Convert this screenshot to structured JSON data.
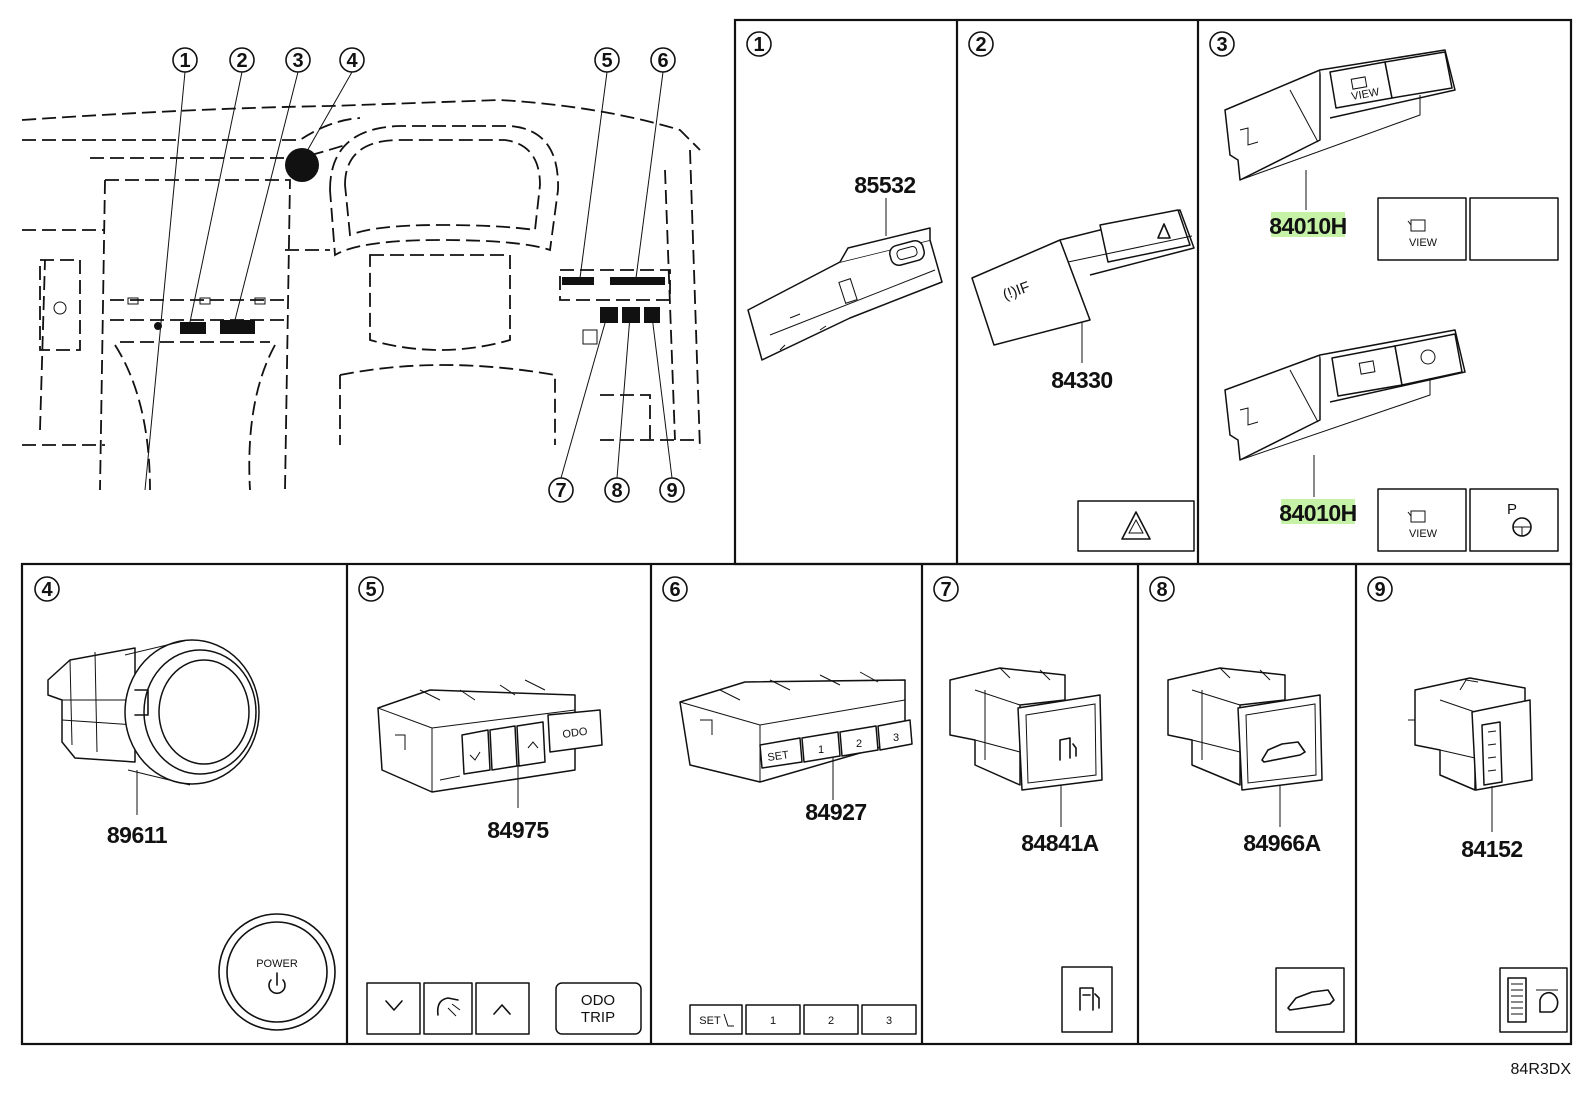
{
  "callouts": [
    "1",
    "2",
    "3",
    "4",
    "5",
    "6",
    "7",
    "8",
    "9"
  ],
  "panels": [
    {
      "id": "1",
      "part_numbers": [
        "85532"
      ]
    },
    {
      "id": "2",
      "part_numbers": [
        "84330"
      ]
    },
    {
      "id": "3",
      "part_numbers": [
        "84010H",
        "84010H"
      ],
      "button_labels": [
        "VIEW",
        "VIEW",
        "P"
      ]
    },
    {
      "id": "4",
      "part_numbers": [
        "89611"
      ],
      "button_labels": [
        "POWER"
      ]
    },
    {
      "id": "5",
      "part_numbers": [
        "84975"
      ],
      "button_labels": [
        "ODO",
        "TRIP"
      ]
    },
    {
      "id": "6",
      "part_numbers": [
        "84927"
      ],
      "button_labels": [
        "SET",
        "1",
        "2",
        "3"
      ]
    },
    {
      "id": "7",
      "part_numbers": [
        "84841A"
      ]
    },
    {
      "id": "8",
      "part_numbers": [
        "84966A"
      ]
    },
    {
      "id": "9",
      "part_numbers": [
        "84152"
      ]
    }
  ],
  "highlight_color": "#c6f2a8",
  "diagram_code": "84R3DX"
}
